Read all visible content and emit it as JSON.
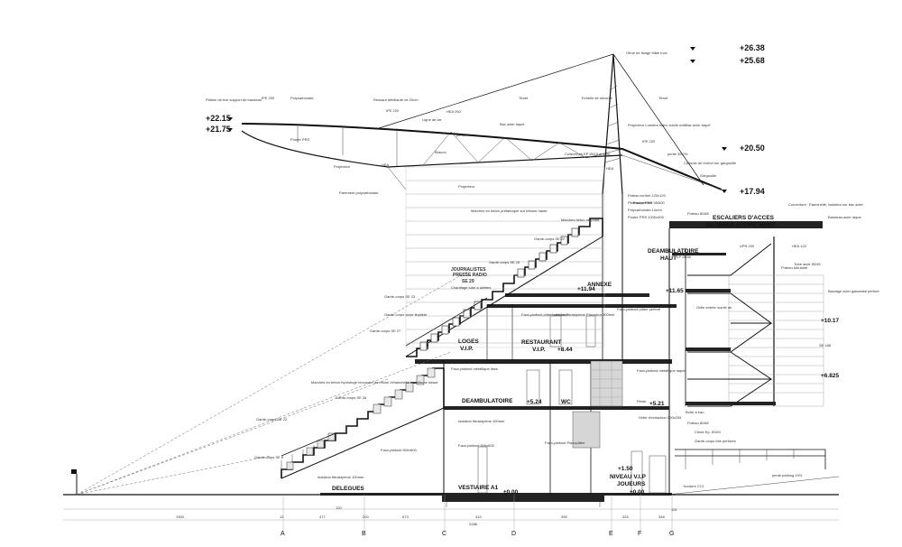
{
  "levels": [
    "+26.38",
    "+25.68",
    "+22.15",
    "+21.75",
    "+20.50",
    "+17.94",
    "+11.94",
    "+11.65",
    "+10.17",
    "+8.44",
    "+6.825",
    "+5.24",
    "+5.21",
    "+1.50",
    "±0.00",
    "±0.00"
  ],
  "rooms": [
    "ESCALIERS D'ACCES",
    "DEAMBULATOIRE HAUT",
    "DEAMBULATOIRE",
    "HAUT",
    "ANNEXE",
    "LOGES",
    "V.I.P.",
    "RESTAURANT",
    "V.I.P.",
    "DEAMBULATOIRE",
    "WC",
    "DELEGUES",
    "VESTIAIRE A1",
    "NIVEAU V.I.P",
    "JOUEURS",
    "JOURNALISTES",
    "PRESSE RADIO",
    "SE 29"
  ],
  "axes": [
    "A",
    "B",
    "C",
    "D",
    "E",
    "F",
    "G"
  ],
  "dimensions": [
    "1300",
    "12",
    "477",
    "200",
    "673",
    "410",
    "395",
    "325",
    "348",
    "115",
    "2288",
    "120"
  ],
  "notes": [
    "Platine de rive support de bandeau",
    "IPE 200",
    "Polycarbonate",
    "Ressaut débillardé de 20cm",
    "IPE 220",
    "Ligne de vie",
    "Tirant",
    "Echelle de sécurité",
    "Tirant",
    "Ofrue de fixage Mâle Inox",
    "HEA 260",
    "Bac acier laqué",
    "pente 7%",
    "Collecteurs EP Ø110 et Ø90",
    "Projecteur Lumière blanc Ixiche mât",
    "IPE 220",
    "Bac acier laqué",
    "Console de renfort sur gargouille",
    "Gargouille",
    "pente 35,2%",
    "Poutre PRS",
    "Projecteur",
    "Bracon",
    "HEA",
    "Projecteur",
    "HEA",
    "Parement polycarbonate",
    "Marches en béton préfabriqué sur tribune haute",
    "Marches béton rapporté",
    "Garde-corps SE 22",
    "Garde-corps SE 25",
    "Chauffage tube à ailettes",
    "Garde-corps SE 23",
    "Garde-corps verre feuilleté",
    "Garde-corps SE 27",
    "Faux-plafond plâtre ondulant",
    "Isolation fibrastyrène Placomur 100mm",
    "Faux-plafond plâtre perforé",
    "Faux-plafond métallique lisse",
    "Faux-plafond métallique laqué",
    "Marches en béton hydrofuge recouvert de résine d'étanchéité sur tribune basse",
    "Garde-corps SE 26",
    "Garde-corps SE 22",
    "Garde-corps SE 8",
    "Isolation fibrastyrène 100mm",
    "Faux-plafond 600x600",
    "Isolation fibrastyrène 100mm",
    "Faux-plafond 600x600",
    "Faux-plafond Placoplâtre",
    "Poteau Ø168",
    "Poteau Ø168",
    "Poutre PRS",
    "Poteau tubulaire",
    "Couverture : Etanchéité, isolation sur bac acier",
    "Bandeau acier laqué",
    "Poteau ronfort 120x120",
    "Plateau perforé 95/500",
    "Polycarbonate 10mm",
    "Poutre PRS 1000x400",
    "UPN 200",
    "HEA 120",
    "Tube acier Ø245",
    "EP Ø150",
    "Bardage acier galvanisé perforé",
    "Grille entrée /sortie air",
    "Grille d'extraction 900x200",
    "Boîte à eau",
    "Chute Ep. Ø100",
    "Garde-corps tôle perforée",
    "bordure CC1",
    "pente parking 10%",
    "SE 188",
    "Pente"
  ]
}
